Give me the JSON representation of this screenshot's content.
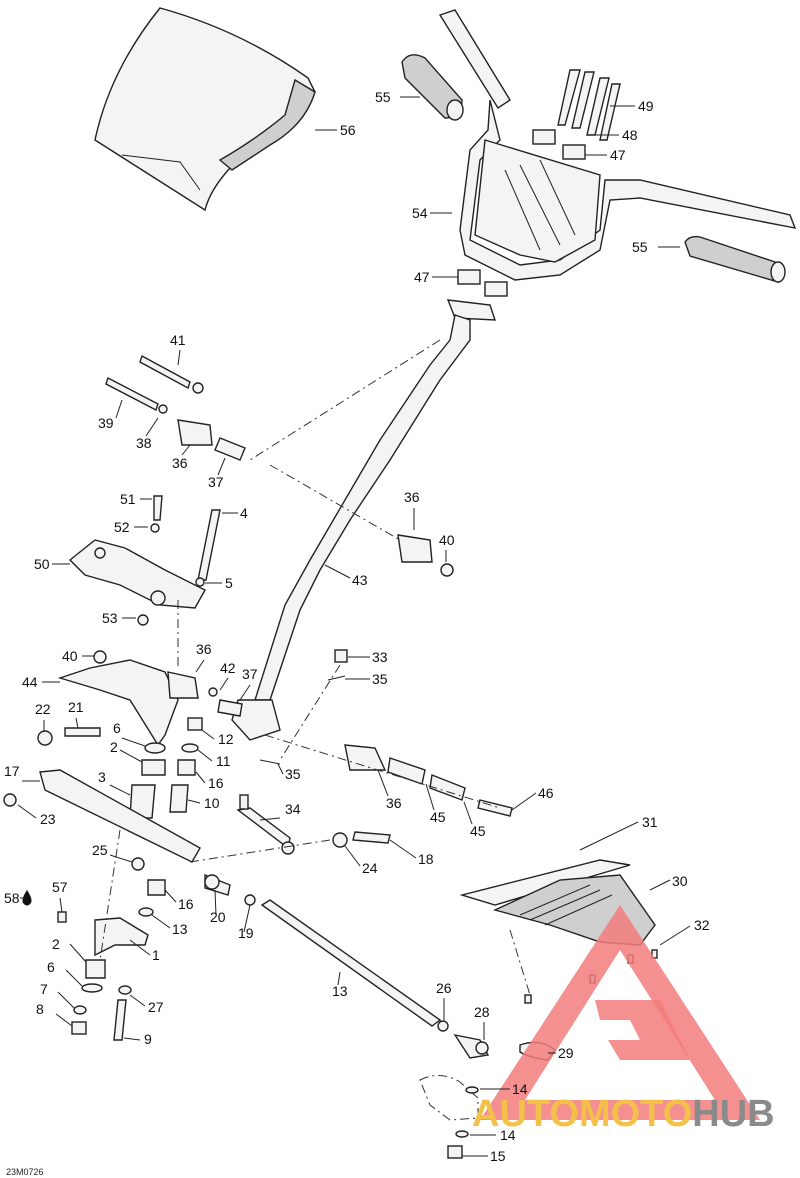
{
  "diagram": {
    "reference": "23M0726",
    "callouts": [
      "55",
      "56",
      "49",
      "48",
      "47",
      "54",
      "55",
      "47",
      "41",
      "39",
      "38",
      "36",
      "37",
      "36",
      "40",
      "51",
      "4",
      "52",
      "50",
      "5",
      "53",
      "43",
      "40",
      "36",
      "42",
      "37",
      "33",
      "35",
      "44",
      "22",
      "21",
      "6",
      "12",
      "2",
      "11",
      "17",
      "3",
      "16",
      "10",
      "35",
      "34",
      "36",
      "45",
      "46",
      "45",
      "23",
      "25",
      "16",
      "24",
      "18",
      "31",
      "58",
      "57",
      "20",
      "19",
      "30",
      "13",
      "32",
      "2",
      "1",
      "6",
      "13",
      "26",
      "27",
      "7",
      "8",
      "9",
      "28",
      "29",
      "14",
      "14",
      "15"
    ],
    "oil_symbol": "drop-icon"
  },
  "watermark": {
    "brand_part1": "AUTOMOTO",
    "brand_part2": "HUB",
    "colors": {
      "triangle": "#f27d7d",
      "part1": "#f3c04a",
      "part2": "#8a8a8a"
    }
  }
}
